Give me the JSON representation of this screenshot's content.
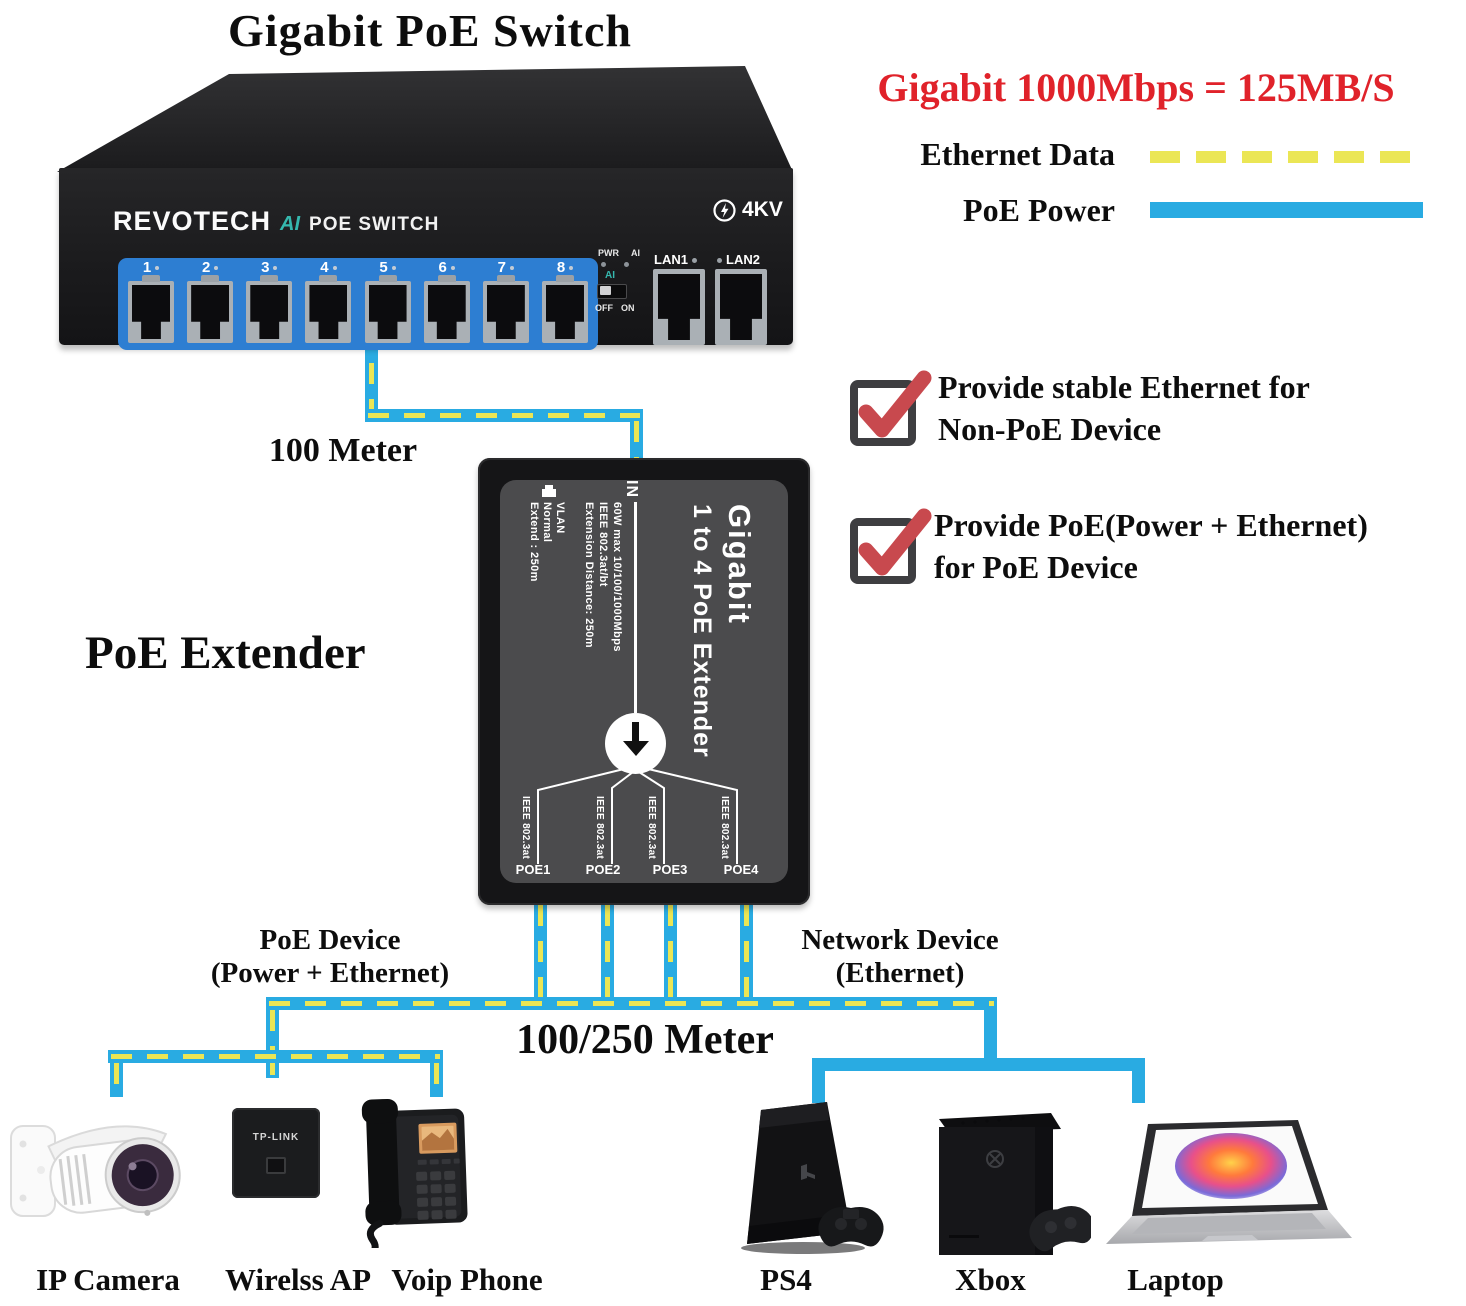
{
  "title": "Gigabit PoE Switch",
  "legend": {
    "headline": "Gigabit 1000Mbps = 125MB/S",
    "ethernet": "Ethernet Data",
    "poe": "PoE Power"
  },
  "features": [
    {
      "line1": "Provide stable Ethernet for",
      "line2": "Non-PoE Device"
    },
    {
      "line1": "Provide PoE(Power + Ethernet)",
      "line2": "for PoE Device"
    }
  ],
  "cable_labels": {
    "switch_to_extender": "100 Meter",
    "distribution": "100/250 Meter"
  },
  "branch": {
    "poe1": "PoE Device",
    "poe2": "(Power + Ethernet)",
    "net1": "Network Device",
    "net2": "(Ethernet)"
  },
  "poe_switch": {
    "brand": "REVOTECH",
    "brand_ai": "AI",
    "product": "POE SWITCH",
    "surge": "4KV",
    "ports": [
      "1",
      "2",
      "3",
      "4",
      "5",
      "6",
      "7",
      "8"
    ],
    "led1": "PWR",
    "led2": "AI",
    "ai_toggle": "AI",
    "off": "OFF",
    "on": "ON",
    "lan1": "LAN1",
    "lan2": "LAN2"
  },
  "extender": {
    "label": "PoE Extender",
    "in": "IN",
    "big1": "Gigabit",
    "big2": "1 to 4 PoE Extender",
    "spec1": "60W max  10/100/1000Mbps",
    "spec2": "IEEE 802.3at/bt",
    "spec3": "Extension Distance: 250m",
    "dip1": "VLAN",
    "dip2": "Normal",
    "dip3": "Extend : 250m",
    "ieee": "IEEE 802.3at",
    "ports": [
      "POE1",
      "POE2",
      "POE3",
      "POE4"
    ]
  },
  "devices": {
    "camera": "IP Camera",
    "ap": "Wirelss AP",
    "ap_brand": "TP-LINK",
    "phone": "Voip Phone",
    "ps4": "PS4",
    "xbox": "Xbox",
    "laptop": "Laptop"
  },
  "colors": {
    "cable_blue": "#29abe2",
    "cable_yellow": "#ebe655",
    "accent_red": "#e0222a",
    "check_red": "#c8494e",
    "switch_panel_blue": "#2d7ed2"
  }
}
